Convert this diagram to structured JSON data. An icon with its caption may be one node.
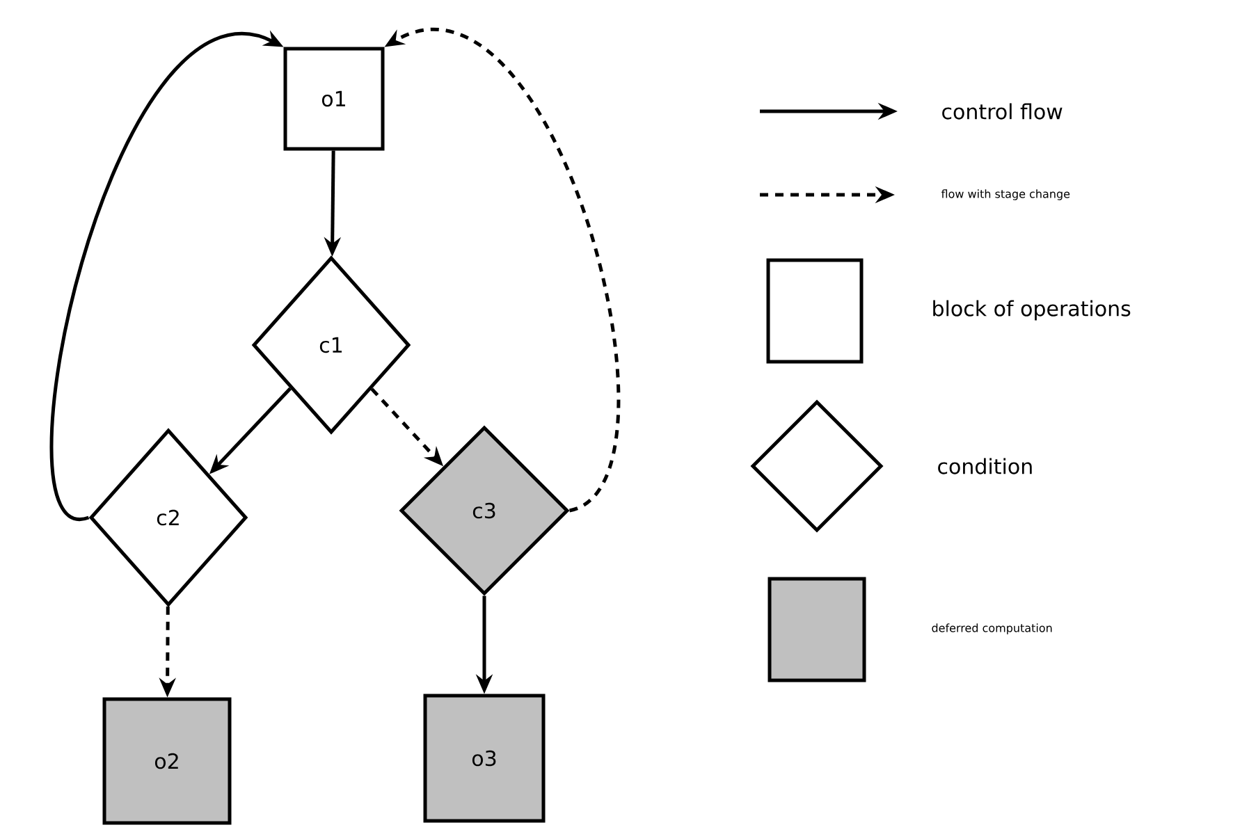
{
  "diagram": {
    "nodes": [
      {
        "text": [
          "o1"
        ]
      },
      {
        "text": [
          "c1"
        ]
      },
      {
        "text": [
          "c2"
        ]
      },
      {
        "text": [
          "c3"
        ]
      },
      {
        "text": [
          "o2"
        ]
      },
      {
        "text": [
          "o3"
        ]
      }
    ],
    "edges": [
      {
        "from": 0,
        "to": 1,
        "arrow": "to"
      },
      {
        "from": 1,
        "to": 2,
        "arrow": "to"
      },
      {
        "from": 1,
        "to": 3,
        "arrow": "to",
        "style": "dashed"
      },
      {
        "from": 2,
        "to": 0,
        "arrow": "to"
      },
      {
        "from": 3,
        "to": 0,
        "arrow": "to",
        "style": "dashed"
      },
      {
        "from": 2,
        "to": 4,
        "arrow": "to",
        "style": "dashed"
      },
      {
        "from": 3,
        "to": 5,
        "arrow": "to"
      }
    ],
    "legend": [
      {
        "text": "control flow"
      },
      {
        "text": "flow with stage change"
      },
      {
        "text": "block of operations"
      },
      {
        "text": "condition"
      },
      {
        "text": "deferred computation",
        "color": "#c0c0c0"
      }
    ]
  }
}
